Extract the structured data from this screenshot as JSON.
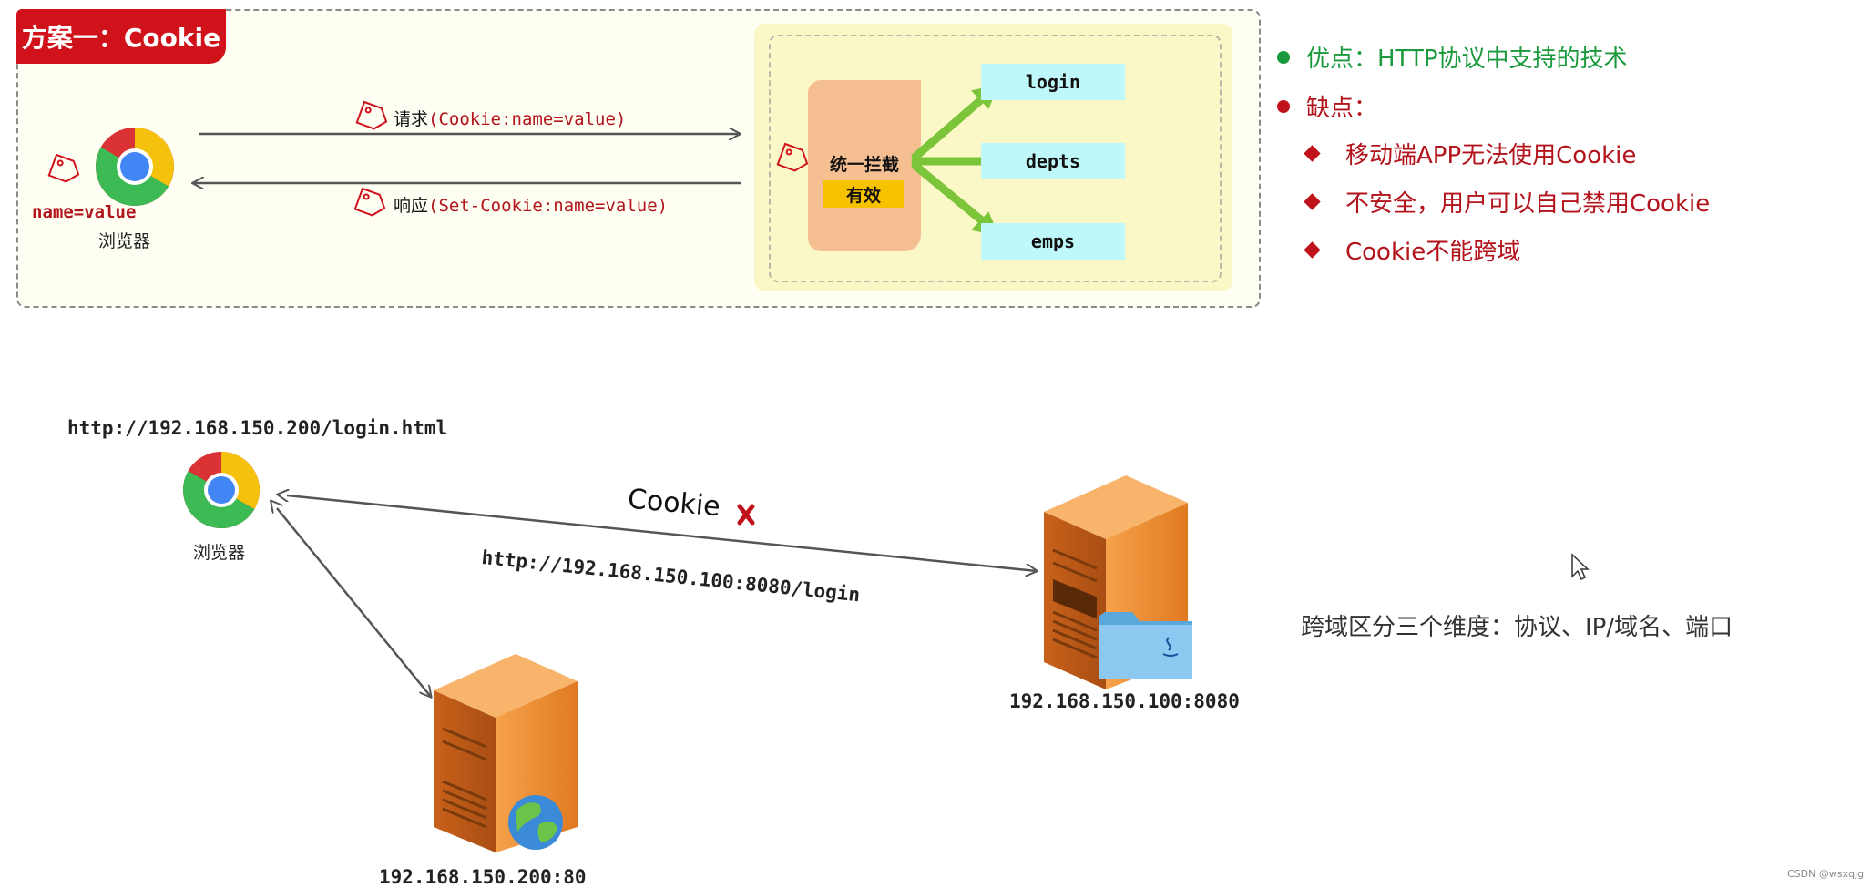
{
  "title": "方案一：Cookie",
  "browser": {
    "label": "浏览器",
    "cookie_label": "name=value"
  },
  "request": {
    "prefix": "请求",
    "detail": "(Cookie:name=value)"
  },
  "response": {
    "prefix": "响应",
    "detail": "(Set-Cookie:name=value)"
  },
  "interceptor": {
    "label": "统一拦截",
    "status": "有效"
  },
  "endpoints": [
    "login",
    "depts",
    "emps"
  ],
  "pros": {
    "text": "优点：HTTP协议中支持的技术"
  },
  "cons": {
    "title": "缺点：",
    "items": [
      "移动端APP无法使用Cookie",
      "不安全，用户可以自己禁用Cookie",
      "Cookie不能跨域"
    ]
  },
  "bottom": {
    "page_url": "http://192.168.150.200/login.html",
    "browser_label": "浏览器",
    "cookie_word": "Cookie",
    "cross_mark": "x",
    "api_url": "http://192.168.150.100:8080/login",
    "frontend_server": "192.168.150.200:80",
    "backend_server": "192.168.150.100:8080",
    "cross_domain_note": "跨域区分三个维度：协议、IP/域名、端口",
    "java_badge": "Java"
  },
  "footer": "CSDN @wsxqjg",
  "colors": {
    "title_red": "#d0121b",
    "cons_red": "#b3141c",
    "pros_green": "#1a9a3c",
    "endpoint_cyan": "#bff8fb",
    "interceptor_orange": "#f6bf92",
    "arrow_green": "#7cc43a",
    "server_orange": "#f08a2c"
  }
}
